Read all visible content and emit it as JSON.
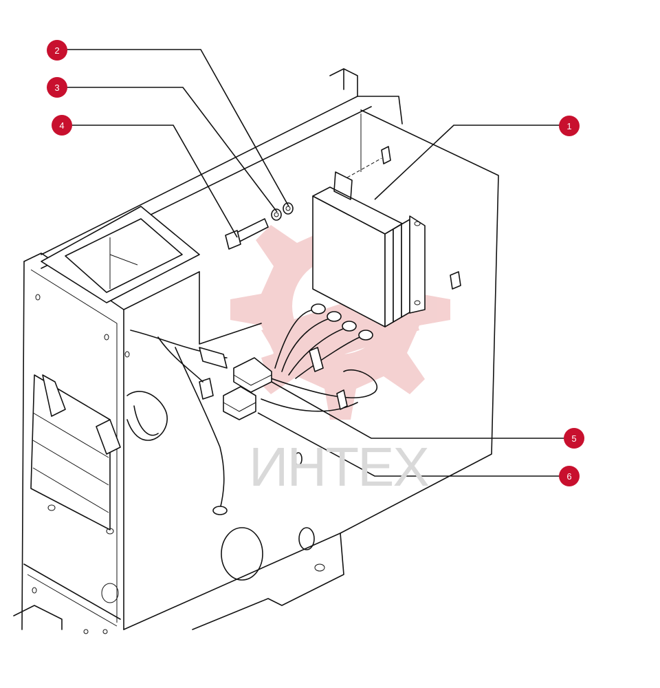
{
  "diagram": {
    "watermark_text": "ИНТЕХ",
    "callouts": [
      {
        "id": "callout-1",
        "label": "1",
        "color": "#c8102e"
      },
      {
        "id": "callout-2",
        "label": "2",
        "color": "#c8102e"
      },
      {
        "id": "callout-3",
        "label": "3",
        "color": "#c8102e"
      },
      {
        "id": "callout-4",
        "label": "4",
        "color": "#c8102e"
      },
      {
        "id": "callout-5",
        "label": "5",
        "color": "#c8102e"
      },
      {
        "id": "callout-6",
        "label": "6",
        "color": "#c8102e"
      }
    ],
    "colors": {
      "callout": "#c8102e",
      "watermark_gear": "#f3c9c9",
      "watermark_text": "#d9d9d9",
      "line": "#111111"
    }
  }
}
